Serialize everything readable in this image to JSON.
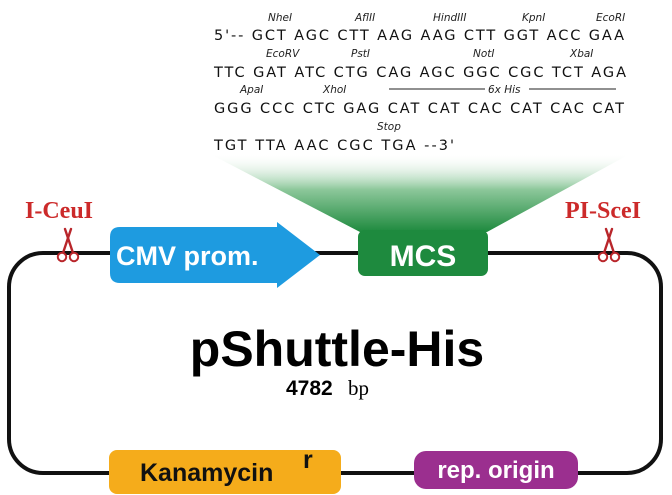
{
  "colors": {
    "cmv": "#1e9be0",
    "mcs": "#1e8a3e",
    "kanamycin": "#f5ac1b",
    "rep_origin": "#9b2f8f",
    "site_label": "#cc2a2a",
    "scissors": "#b9262b"
  },
  "sequence": {
    "rows": [
      {
        "enzymes": [
          "NheI",
          "AflII",
          "HindIII",
          "KpnI",
          "EcoRI"
        ],
        "text": "5'-- GCT AGC CTT AAG AAG CTT GGT ACC GAA"
      },
      {
        "enzymes": [
          "EcoRV",
          "PstI",
          "NotI",
          "XbaI"
        ],
        "text": "TTC GAT ATC CTG CAG AGC GGC CGC TCT AGA"
      },
      {
        "enzymes": [
          "ApaI",
          "XhoI",
          "6x His"
        ],
        "text": "GGG CCC CTC GAG CAT CAT CAC CAT CAC CAT"
      },
      {
        "enzymes": [
          "Stop"
        ],
        "text": "TGT TTA AAC CGC TGA --3'"
      }
    ]
  },
  "sites": {
    "left": "I-CeuI",
    "right": "PI-SceI",
    "left_icon": "scissors-icon",
    "right_icon": "scissors-icon"
  },
  "features": {
    "cmv": "CMV prom.",
    "mcs": "MCS",
    "kanamycin": "Kanamycin",
    "kanamycin_sup": "r",
    "rep_origin": "rep. origin"
  },
  "plasmid": {
    "name": "pShuttle-His",
    "size_value": "4782",
    "size_unit": "bp"
  }
}
